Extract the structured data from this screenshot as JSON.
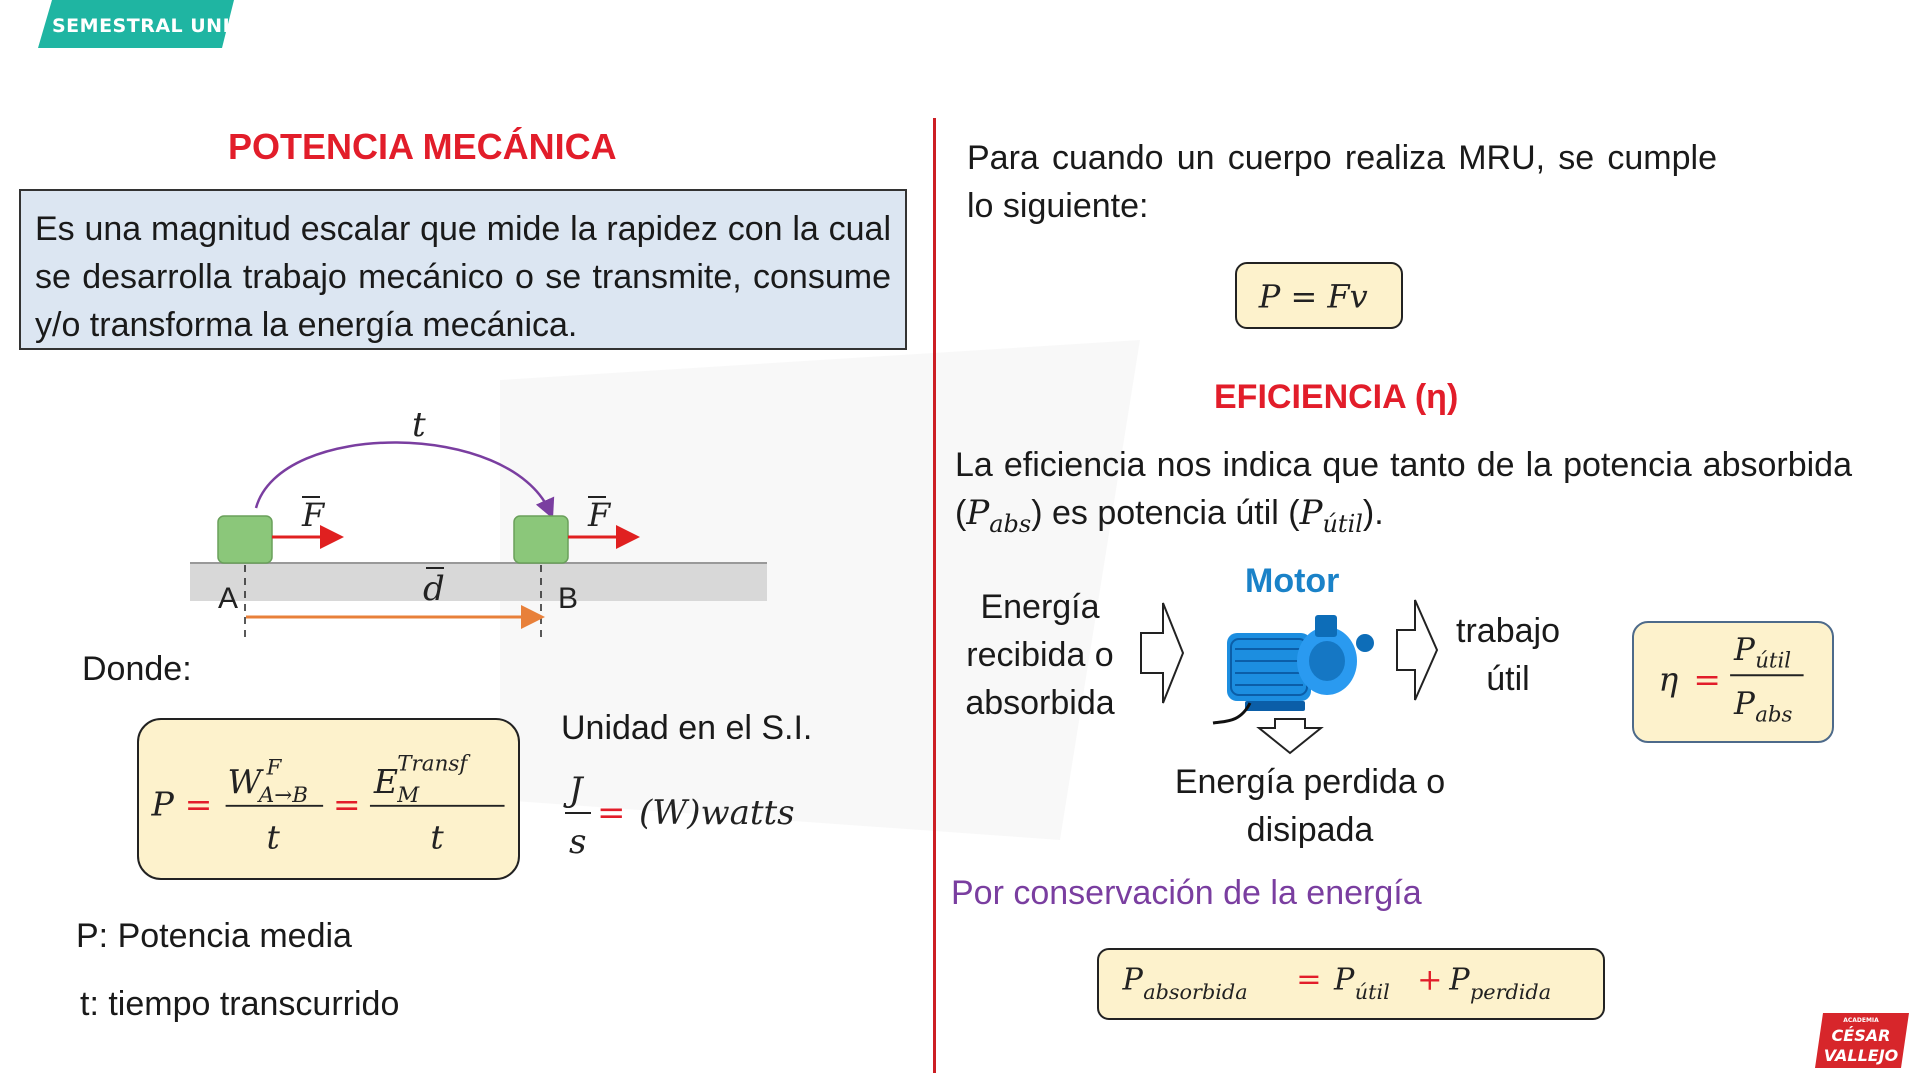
{
  "badge": {
    "label": "SEMESTRAL UNI",
    "color": "#1fb5a2"
  },
  "left": {
    "title": "POTENCIA MECÁNICA",
    "definition": "Es una magnitud escalar que mide la rapidez con la cual se desarrolla trabajo mecánico o se transmite, consume y/o transforma la energía mecánica.",
    "diagram": {
      "time_label": "t",
      "force_label": "F",
      "point_a": "A",
      "point_b": "B",
      "displacement_label": "d"
    },
    "donde": "Donde:",
    "formula": {
      "lhs": "P",
      "eq": "=",
      "work_symbol": "W",
      "work_sup": "F",
      "work_sub": "A→B",
      "denominator": "t",
      "energy_symbol": "E",
      "energy_sup": "Transf",
      "energy_sub": "M"
    },
    "unit": {
      "title": "Unidad en el S.I.",
      "num": "J",
      "den": "s",
      "eq": "=",
      "value": "(W)watts"
    },
    "p_description": "P: Potencia media",
    "t_description": "t: tiempo transcurrido"
  },
  "right": {
    "mru_text": "Para cuando un cuerpo realiza MRU, se cumple lo siguiente:",
    "pfv": "P = Fv",
    "title": "EFICIENCIA (η)",
    "eff_text_1": "La eficiencia nos indica que tanto de la potencia absorbida (",
    "eff_abs_p": "P",
    "eff_abs_sub": "abs",
    "eff_text_2": ") es potencia útil (",
    "eff_util_p": "P",
    "eff_util_sub": "útil",
    "eff_text_3": ").",
    "flow": {
      "input": "Energía recibida o absorbida",
      "motor": "Motor",
      "output": "trabajo útil",
      "loss": "Energía perdida o disipada"
    },
    "eta_formula": {
      "eta": "η",
      "eq": "=",
      "num_p": "P",
      "num_sub": "útil",
      "den_p": "P",
      "den_sub": "abs"
    },
    "conservation": "Por conservación de la energía",
    "cons_formula": {
      "p1": "P",
      "s1": "absorbida",
      "eq": "=",
      "p2": "P",
      "s2": "útil",
      "plus": "+",
      "p3": "P",
      "s3": "perdida"
    }
  },
  "logo": {
    "line1": "ACADEMIA",
    "line2": "CÉSAR",
    "line3": "VALLEJO"
  },
  "colors": {
    "title_red": "#e21d2a",
    "divider": "#cc1e24",
    "purple": "#7a3ea0",
    "motor_blue": "#1a82c8",
    "box_blue": "#dce6f2",
    "box_cream": "#fdf2cc"
  }
}
